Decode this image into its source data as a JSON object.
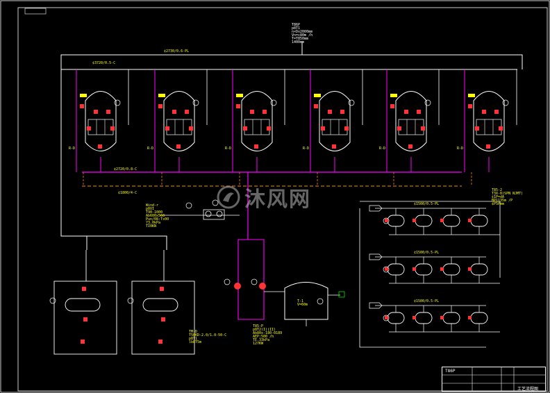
{
  "watermark": {
    "text": "沐风网",
    "icon": "mufeng-logo-icon"
  },
  "header_note": {
    "lines": [
      "T86P",
      "p8T1",
      "n×Dx2000mm",
      "Vn=c80m  /h",
      "T=T850mm",
      "1400mm"
    ]
  },
  "main_header_label": "¢2730/0.6-PL",
  "left_header_label": "¢3720/0.5-C",
  "reactor_labels": [
    "R-D",
    "R-D",
    "R-D",
    "R-D",
    "R-D",
    "R-D"
  ],
  "magenta_bus_label": "¢2720/0.8-C",
  "orange_bus_label": "¢1800/4-C",
  "blower_note": {
    "lines": [
      "Wind-r",
      "p8VI",
      "T90-1000",
      "Ab600x560",
      "Pun/08:Ts00",
      "73.0kPa",
      "TI0KN"
    ]
  },
  "pump_note": {
    "lines": [
      "T85-P",
      "p8T2(I)(II)",
      "Ab80x-180-0189",
      "AEP:500 /h",
      "TE.33kPa",
      "127KW"
    ]
  },
  "tank_label": {
    "name": "T-1",
    "volume": "V=60m"
  },
  "lower_left_note": {
    "lines": [
      "TM-D",
      "T50KD-2.0/1.0-50-C",
      "p8T1",
      "lb8T5m"
    ]
  },
  "right_note": {
    "lines": [
      "T85-2",
      "T3X-8(SPN NJMT)",
      "¢1P=dA",
      "BP1135m  /P",
      "¢P5Pmm"
    ]
  },
  "right_header_labels": [
    "¢1500/0.5-PL",
    "¢1500/0.5-PL",
    "¢1500/0.5-PL"
  ],
  "title_block": {
    "code": "T86P",
    "title": "工艺流程图"
  },
  "colors": {
    "background": "#000000",
    "pipe_main": "#ffffff",
    "bus_magenta": "#ff00ff",
    "bus_orange": "#ff8800",
    "equipment": "#ffffff",
    "instrument": "#ff3333",
    "text": "#ffff00",
    "green": "#00ff00"
  }
}
